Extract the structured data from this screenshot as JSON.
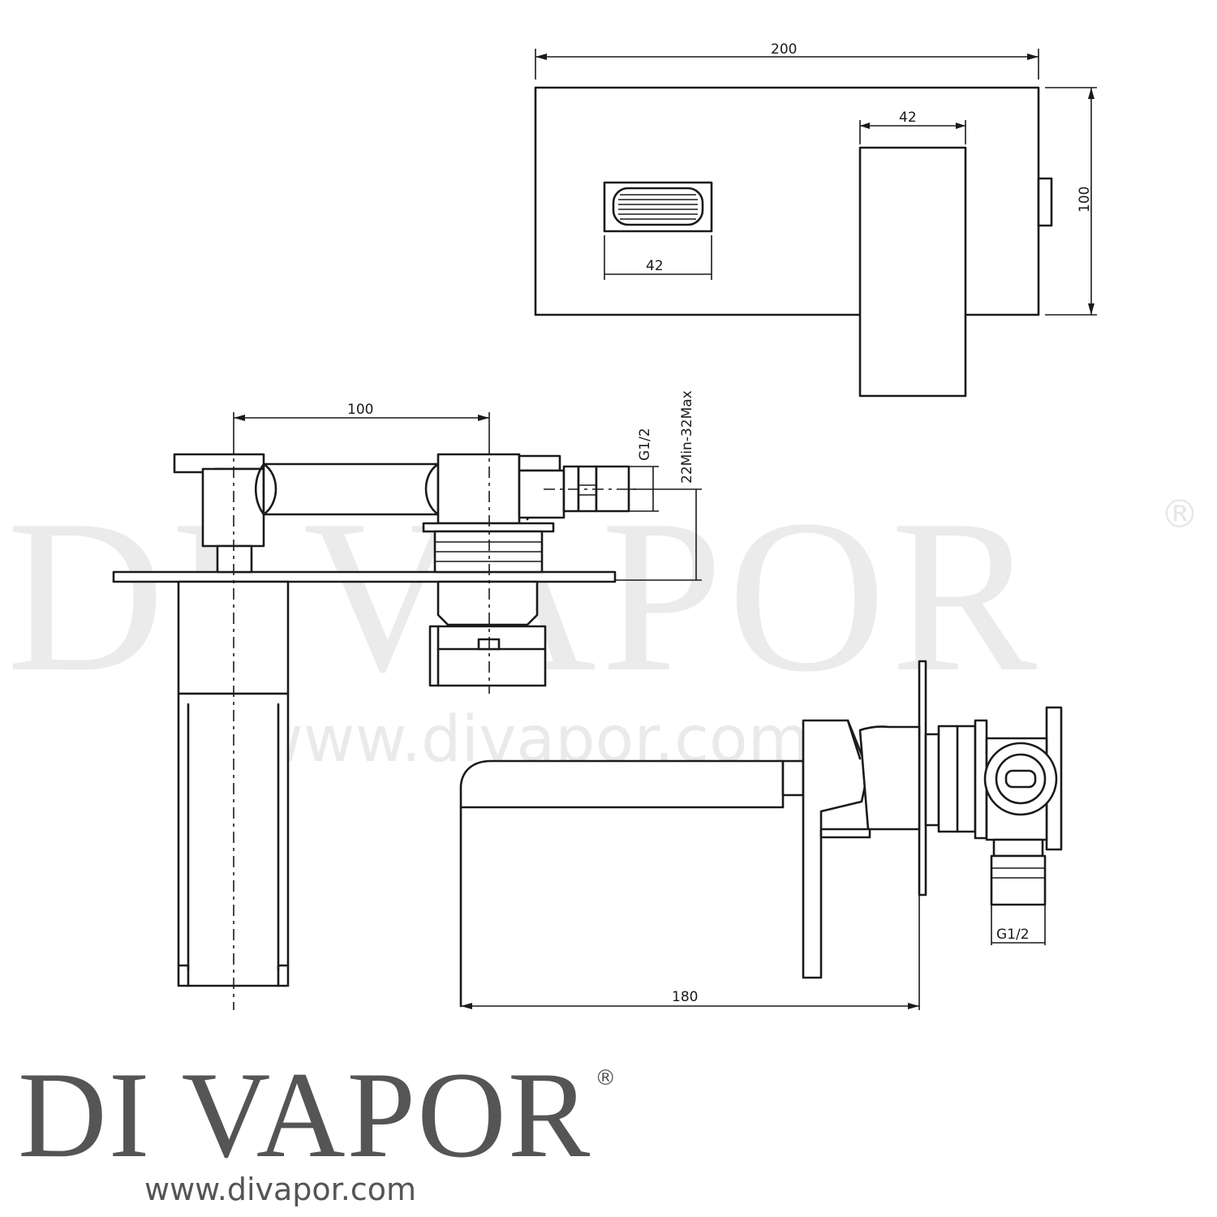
{
  "brand": {
    "name": "DI VAPOR",
    "registered": "®",
    "url": "www.divapor.com"
  },
  "watermark": {
    "text": "DI VAPOR",
    "registered": "®",
    "url": "www.divapor.com"
  },
  "dimensions": {
    "front_width": "200",
    "front_height": "100",
    "spout_width": "42",
    "lever_width": "42",
    "top_center_distance": "100",
    "top_inlet": "G1/2",
    "wall_depth": "22Min-32Max",
    "side_inlet": "G1/2",
    "spout_projection": "180"
  }
}
